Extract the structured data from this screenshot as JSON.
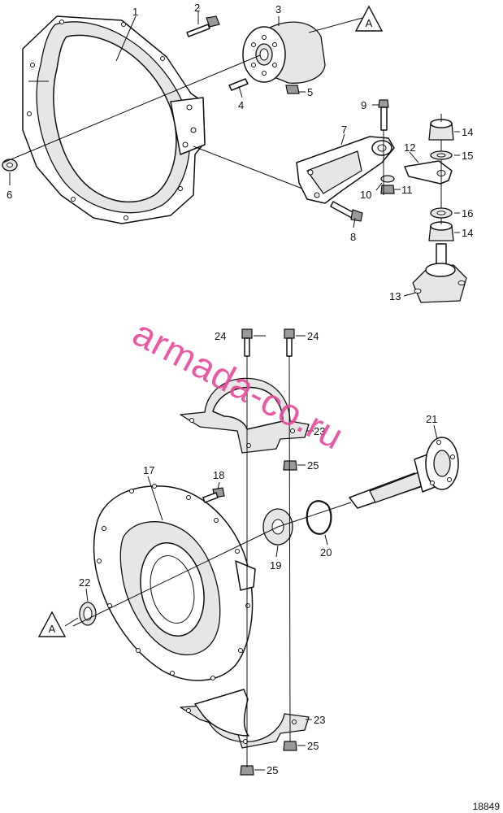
{
  "watermark": "armada-co.ru",
  "figure_number": "18849",
  "reference_marker": "A",
  "callouts": {
    "c1": "1",
    "c2": "2",
    "c3": "3",
    "c4": "4",
    "c5": "5",
    "c6": "6",
    "c7": "7",
    "c8": "8",
    "c9": "9",
    "c10": "10",
    "c11": "11",
    "c12": "12",
    "c13": "13",
    "c14a": "14",
    "c14b": "14",
    "c15": "15",
    "c16": "16",
    "c17": "17",
    "c18": "18",
    "c19": "19",
    "c20": "20",
    "c21": "21",
    "c22": "22",
    "c23a": "23",
    "c23b": "23",
    "c24a": "24",
    "c24b": "24",
    "c25a": "25",
    "c25b": "25",
    "c25c": "25"
  }
}
